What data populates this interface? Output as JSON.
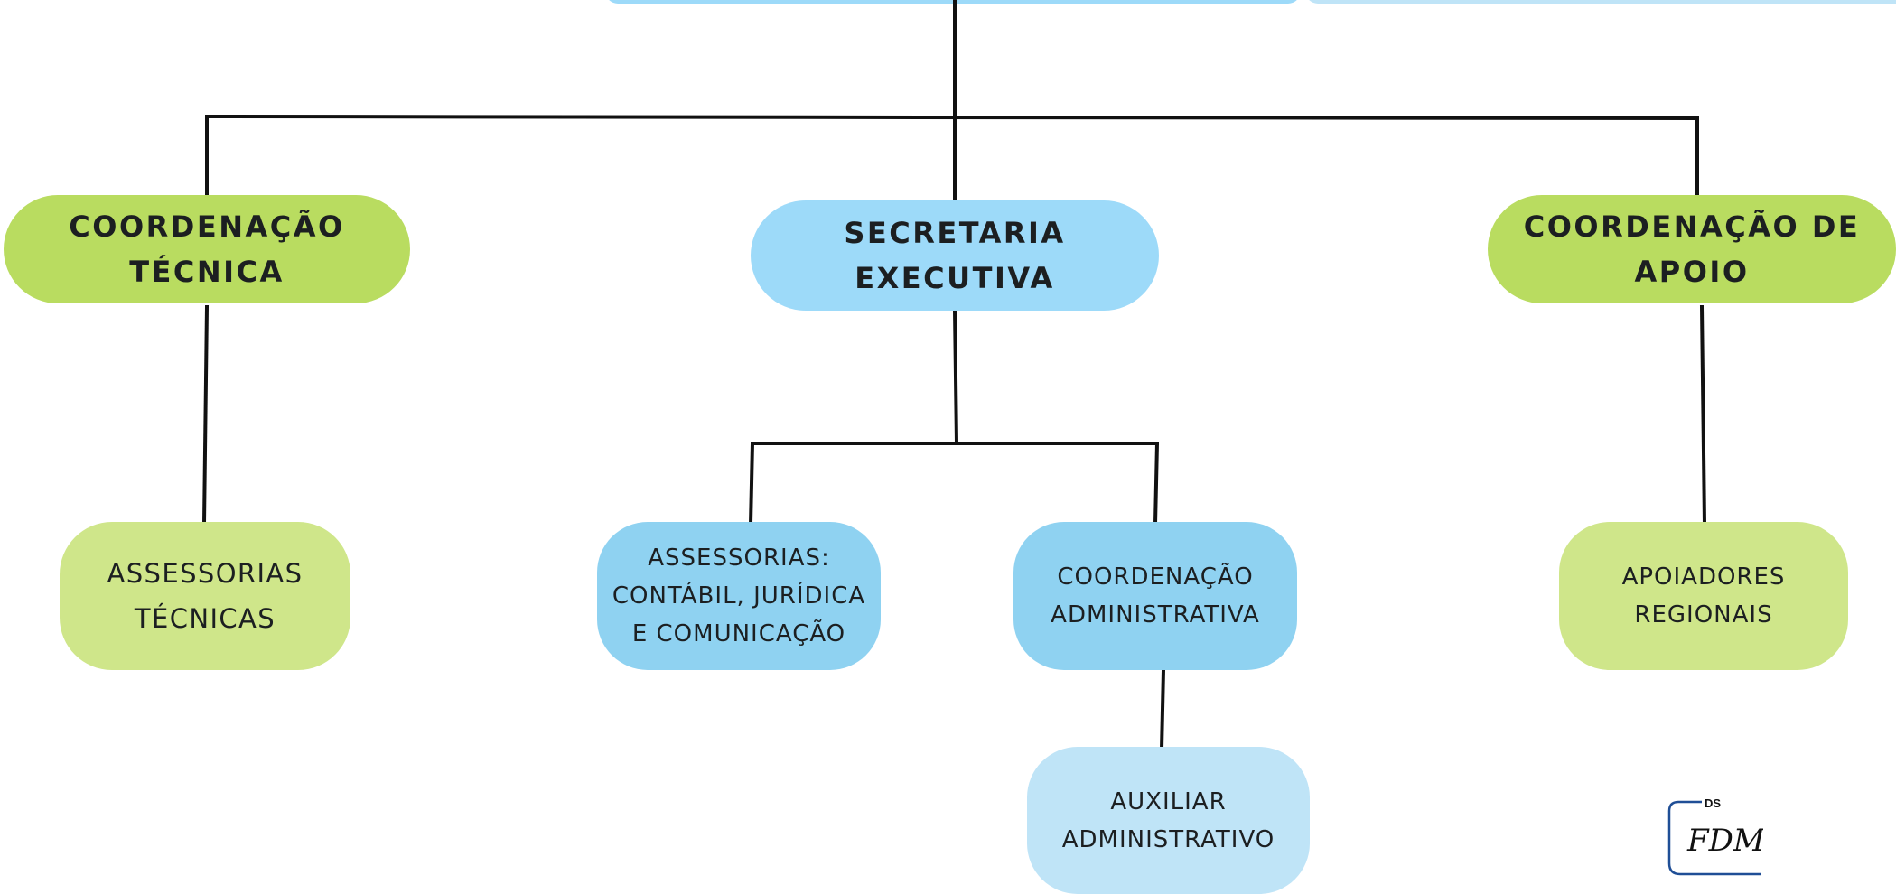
{
  "diagram": {
    "colors": {
      "connector": "#111111",
      "green_dark": "#b9dc60",
      "green_light": "#cfe68a",
      "blue_main": "#9ddaf9",
      "blue_mid": "#8fd2f1",
      "blue_light": "#bfe4f7"
    },
    "nodes": {
      "coord_tecnica": {
        "line1": "COORDENAÇÃO",
        "line2": "TÉCNICA"
      },
      "secretaria_executiva": {
        "line1": "SECRETARIA",
        "line2": "EXECUTIVA"
      },
      "coord_apoio": {
        "line1": "COORDENAÇÃO DE",
        "line2": "APOIO"
      },
      "assessorias_tecnicas": {
        "line1": "ASSESSORIAS",
        "line2": "TÉCNICAS"
      },
      "assessorias_contabil": {
        "line1": "ASSESSORIAS:",
        "line2": "CONTÁBIL, JURÍDICA",
        "line3": "E COMUNICAÇÃO"
      },
      "coord_administrativa": {
        "line1": "COORDENAÇÃO",
        "line2": "ADMINISTRATIVA"
      },
      "apoiadores_regionais": {
        "line1": "APOIADORES",
        "line2": "REGIONAIS"
      },
      "auxiliar_administrativo": {
        "line1": "AUXILIAR",
        "line2": "ADMINISTRATIVO"
      }
    },
    "logo": {
      "superscript": "DS",
      "text": "FDM",
      "icon": "fdm-signature-logo"
    }
  }
}
